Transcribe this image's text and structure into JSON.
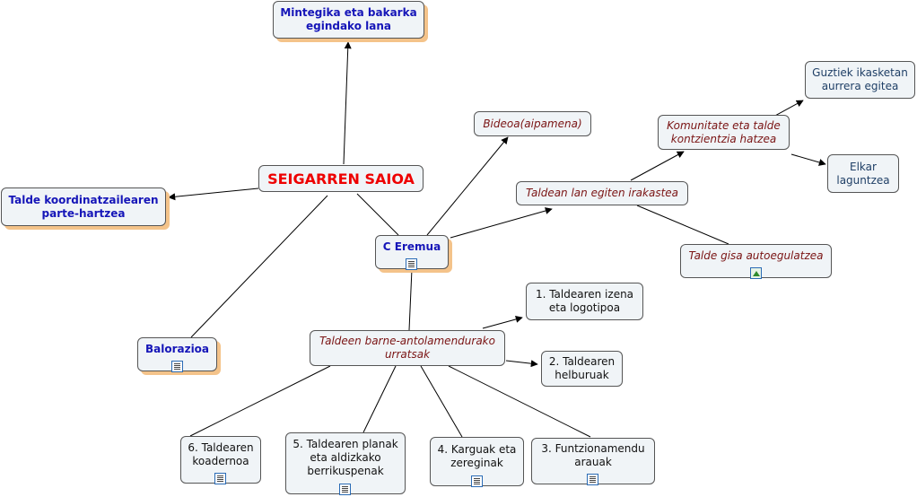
{
  "nodes": {
    "mintegika": "Mintegika eta bakarka egindako lana",
    "seigarren": "SEIGARREN SAIOA",
    "talde_koordinatzaile": "Talde koordinatzailearen parte-hartzea",
    "bideoa": "Bideoa(aipamena)",
    "komunitate": "Komunitate eta talde kontzientzia hatzea",
    "guztiek": "Guztiek ikasketan aurrera egitea",
    "elkar": "Elkar laguntzea",
    "taldean": "Taldean lan egiten irakastea",
    "c_eremua": "C Eremua",
    "talde_gisa": "Talde gisa autoegulatzea",
    "balorazioa": "Balorazioa",
    "taldeen_barne": "Taldeen barne-antolamendurako urratsak",
    "izena": "1. Taldearen izena eta logotipoa",
    "helburuak": "2. Taldearen helburuak",
    "koadernoa": "6. Taldearen koadernoa",
    "planak": "5. Taldearen planak eta aldizkako berrikuspenak",
    "karguak": "4. Karguak eta zereginak",
    "funtzionamendu": "3. Funtzionamendu arauak"
  },
  "icons": {
    "c_eremua": "document-icon",
    "balorazioa": "document-icon",
    "koadernoa": "document-icon",
    "planak": "document-icon",
    "karguak": "document-icon",
    "funtzionamendu": "document-icon",
    "talde_gisa": "image-icon"
  },
  "colors": {
    "root_text": "#ee0000",
    "bold_text": "#1515b8",
    "italic_text": "#7a1414",
    "node_fill": "#f0f4f7",
    "highlight_shadow": "#f4c38a"
  }
}
